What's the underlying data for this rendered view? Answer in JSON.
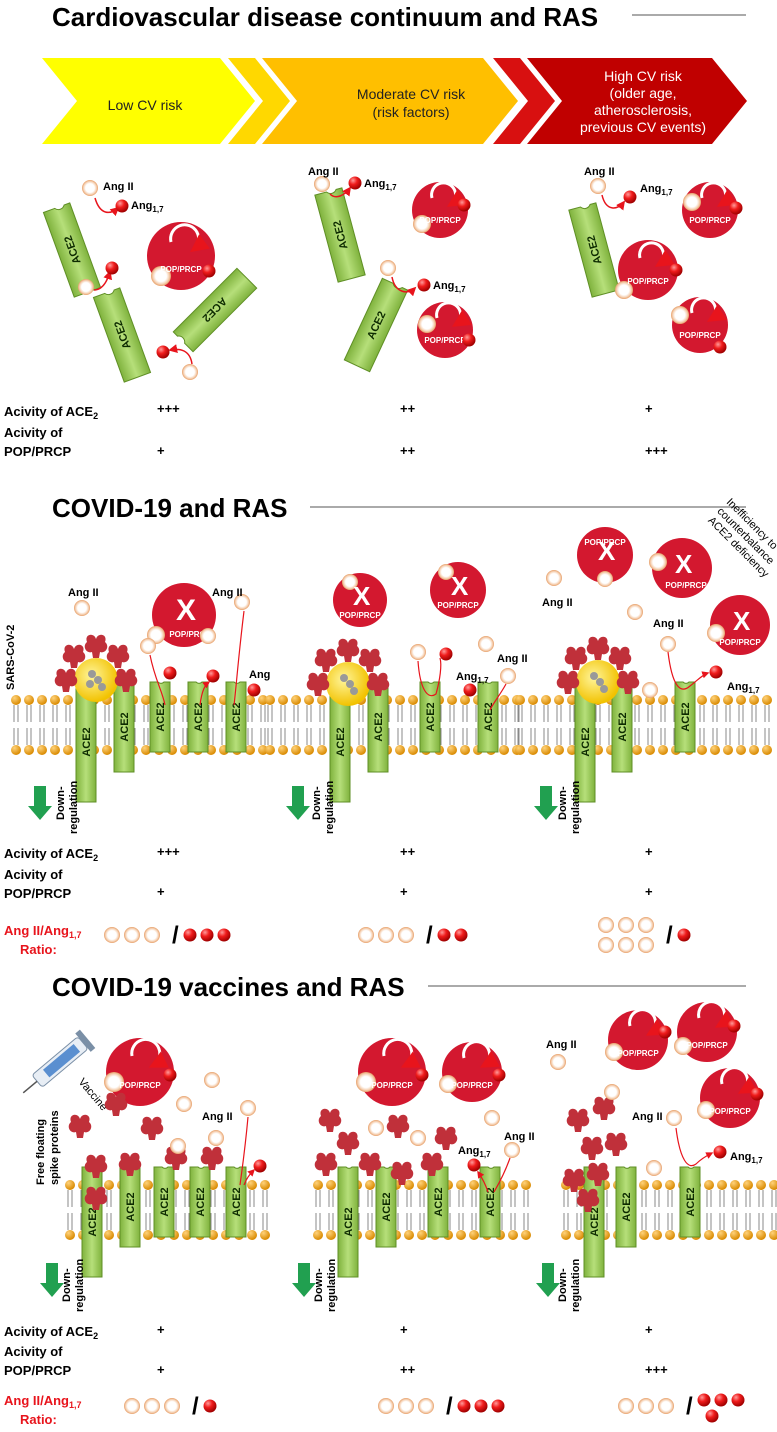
{
  "sections": {
    "cv": {
      "title": "Cardiovascular disease continuum and RAS",
      "arrows": [
        {
          "label_lines": [
            "Low CV risk"
          ]
        },
        {
          "label_lines": [
            "Moderate CV risk",
            "(risk factors)"
          ]
        },
        {
          "label_lines": [
            "High CV risk",
            "(older age,",
            "atherosclerosis,",
            "previous CV events)"
          ]
        }
      ],
      "rows": [
        {
          "label_lines": [
            "Acivity of ACE",
            ""
          ],
          "subscript": "2",
          "values": [
            "+++",
            "++",
            "+"
          ]
        },
        {
          "label_lines": [
            "Acivity of",
            "POP/PRCP"
          ],
          "values": [
            "+",
            "++",
            "+++"
          ]
        }
      ]
    },
    "covid": {
      "title": "COVID-19 and RAS",
      "rows": [
        {
          "label_lines": [
            "Acivity of ACE"
          ],
          "subscript": "2",
          "values": [
            "+++",
            "++",
            "+"
          ]
        },
        {
          "label_lines": [
            "Acivity of",
            "POP/PRCP"
          ],
          "values": [
            "+",
            "+",
            "+"
          ]
        }
      ],
      "ratio_label_lines": [
        "Ang II/Ang",
        "Ratio:"
      ],
      "ratio_subscript": "1,7",
      "ratios": [
        {
          "ang2": 3,
          "ang17": 3
        },
        {
          "ang2": 3,
          "ang17": 2
        },
        {
          "ang2": 6,
          "ang17": 1
        }
      ],
      "virus_label": "SARS-CoV-2",
      "note_lines": [
        "Inefficiency to",
        "counterbalance",
        "ACE2 deficiency"
      ]
    },
    "vaccines": {
      "title": "COVID-19 vaccines and RAS",
      "rows": [
        {
          "label_lines": [
            "Acivity of ACE"
          ],
          "subscript": "2",
          "values": [
            "+",
            "+",
            "+"
          ]
        },
        {
          "label_lines": [
            "Acivity of",
            "POP/PRCP"
          ],
          "values": [
            "+",
            "++",
            "+++"
          ]
        }
      ],
      "ratio_label_lines": [
        "Ang II/Ang",
        "Ratio:"
      ],
      "ratio_subscript": "1,7",
      "ratios": [
        {
          "ang2": 3,
          "ang17": 1
        },
        {
          "ang2": 3,
          "ang17": 3
        },
        {
          "ang2": 3,
          "ang17": 4
        }
      ],
      "vaccine_label": "Vaccine",
      "spike_label_lines": [
        "Free floating",
        "spike proteins"
      ]
    }
  },
  "labels": {
    "ace2": "ACE2",
    "pop": "POP/PRCP",
    "ang2": "Ang II",
    "ang17": "Ang",
    "ang17_sub": "1,7",
    "downreg_lines": [
      "Down-",
      "regulation"
    ]
  },
  "colors": {
    "arrow_low": "#ffff00",
    "arrow_mid": "#ffbf00",
    "arrow_high": "#c00000",
    "ace2": "#9ccc5a",
    "pop": "#d3182f",
    "ang17": "#e8141c",
    "ratio_text": "#e8141c",
    "down_arrow": "#21a050",
    "spike": "#c0303a",
    "virus": "#ffe000"
  }
}
